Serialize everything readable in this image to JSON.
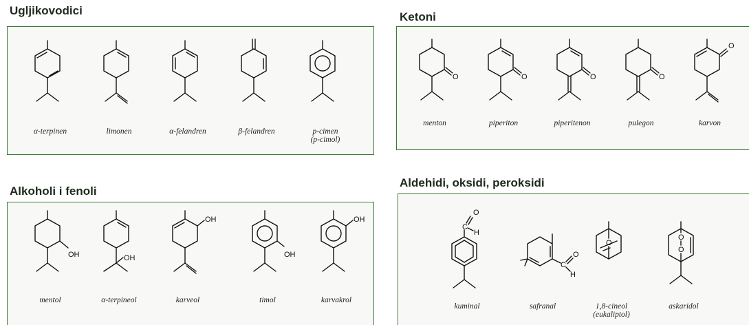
{
  "groups": {
    "hydrocarbons": {
      "title": "Ugljikovodici",
      "molecules": [
        {
          "name": "α-terpinen"
        },
        {
          "name": "limonen"
        },
        {
          "name": "α-felandren"
        },
        {
          "name": "β-felandren"
        },
        {
          "name": "p-cimen",
          "alt": "(p-cimol)"
        }
      ]
    },
    "ketones": {
      "title": "Ketoni",
      "atom_label": "O",
      "molecules": [
        {
          "name": "menton"
        },
        {
          "name": "piperiton"
        },
        {
          "name": "piperitenon"
        },
        {
          "name": "pulegon"
        },
        {
          "name": "karvon"
        }
      ]
    },
    "alcohols": {
      "title": "Alkoholi i fenoli",
      "atom_label": "OH",
      "molecules": [
        {
          "name": "mentol"
        },
        {
          "name": "α-terpineol"
        },
        {
          "name": "karveol"
        },
        {
          "name": "timol"
        },
        {
          "name": "karvakrol"
        }
      ]
    },
    "aldehydes": {
      "title": "Aldehidi, oksidi, peroksidi",
      "atom_labels": {
        "c": "C",
        "o": "O",
        "h": "H"
      },
      "molecules": [
        {
          "name": "kuminal"
        },
        {
          "name": "safranal"
        },
        {
          "name": "1,8-cineol",
          "alt": "(eukaliptol)"
        },
        {
          "name": "askaridol"
        }
      ]
    }
  }
}
